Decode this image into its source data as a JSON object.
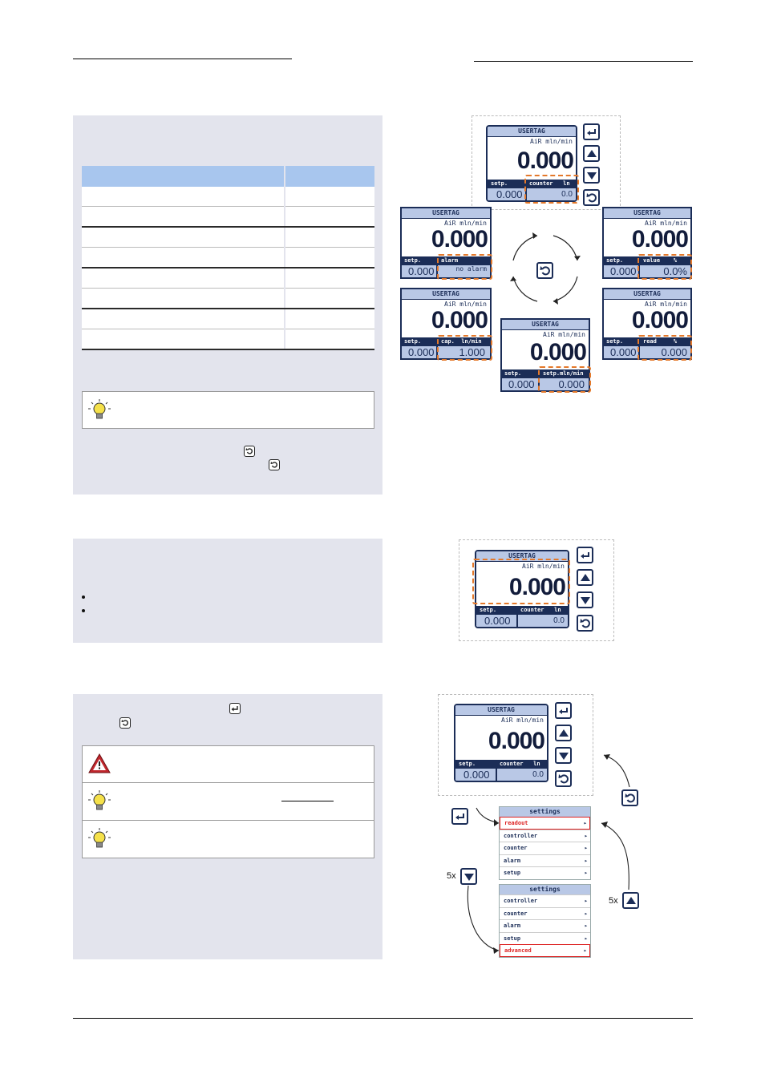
{
  "device": {
    "tag": "USERTAG",
    "unit_air": "AiR mln/min",
    "main_value": "0.000",
    "setp_label": "setp.",
    "setp_value": "0.000"
  },
  "screens": {
    "top": {
      "label": "counter   ln",
      "value": "0.0"
    },
    "alarm": {
      "label": "alarm",
      "value": "no alarm"
    },
    "valve": {
      "label": "value    %",
      "value": "0.0%"
    },
    "capacity": {
      "label": "cap.  ln/min",
      "value": "1.000"
    },
    "setpoint": {
      "label": "setp.mln/min",
      "value": "0.000"
    },
    "read": {
      "label": "read     %",
      "value": "0.000"
    }
  },
  "menu1": {
    "title": "settings",
    "items": [
      "readout",
      "controller",
      "counter",
      "alarm",
      "setup"
    ]
  },
  "menu2": {
    "title": "settings",
    "items": [
      "controller",
      "counter",
      "alarm",
      "setup",
      "advanced"
    ]
  },
  "labels": {
    "down_count": "5x",
    "up_count": "5x"
  },
  "colors": {
    "panel": "#e3e4ed",
    "table_header": "#a8c6ee",
    "highlight": "#e4792b",
    "lcd_dark": "#1b2d57"
  }
}
